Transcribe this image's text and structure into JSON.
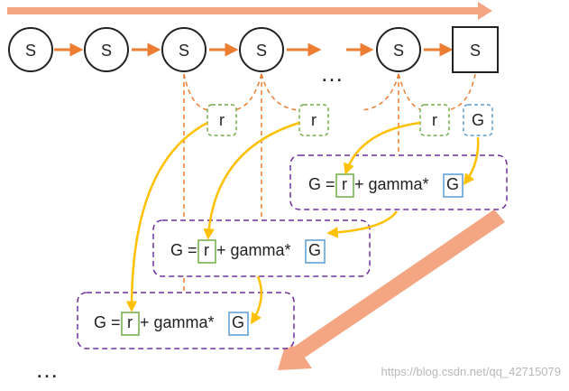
{
  "state_label": "S",
  "terminal_label": "S",
  "ellipsis_top": "…",
  "ellipsis_bottom": "…",
  "reward_label": "r",
  "return_label": "G",
  "formula": {
    "lhs": "G =",
    "r": "r",
    "mid": "+ gamma*",
    "g": "G"
  },
  "watermark": "https://blog.csdn.net/qq_42715079",
  "colors": {
    "arrow_orange": "#ed7d31",
    "big_arrow": "#f4a582",
    "reward_border": "#70ad47",
    "return_border": "#5b9bd5",
    "box_border": "#7030a0",
    "curve_yellow": "#ffc000",
    "node_stroke": "#222222"
  }
}
